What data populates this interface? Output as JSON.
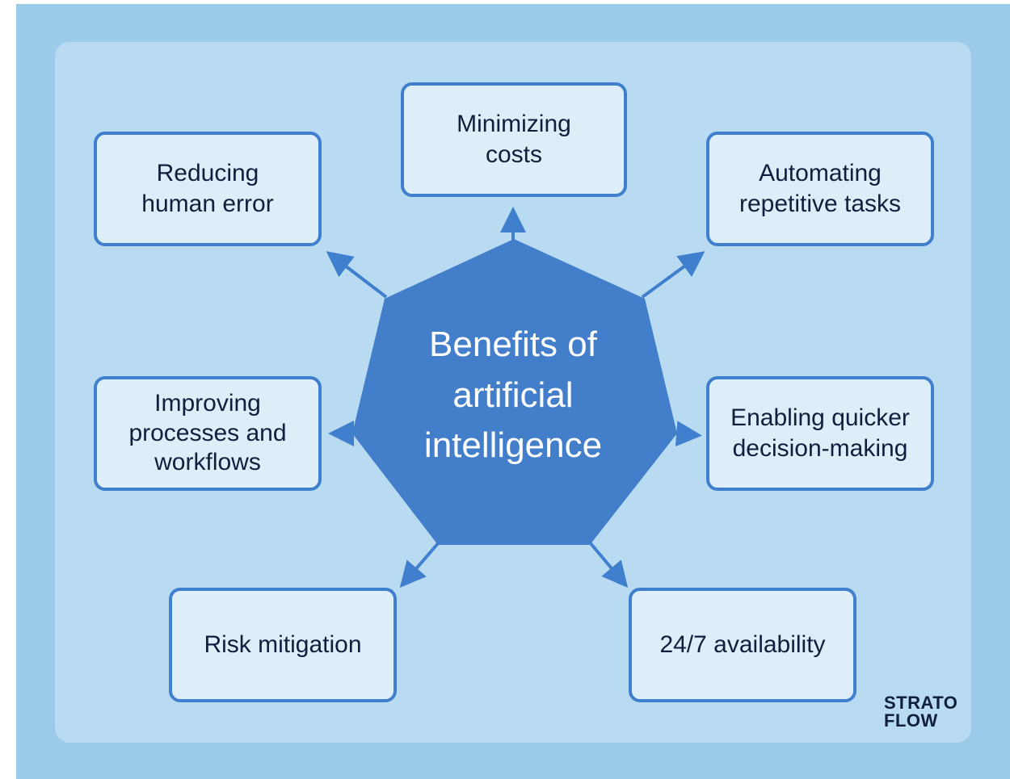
{
  "center": {
    "lines": [
      "Benefits of",
      "artificial",
      "intelligence"
    ],
    "color": "#437ecb"
  },
  "benefits": {
    "minimizing_costs": [
      "Minimizing",
      "costs"
    ],
    "reducing_human_error": [
      "Reducing",
      "human error"
    ],
    "automating_tasks": [
      "Automating",
      "repetitive tasks"
    ],
    "improving_processes": [
      "Improving",
      "processes and",
      "workflows"
    ],
    "quicker_decisions": [
      "Enabling quicker",
      "decision-making"
    ],
    "risk_mitigation": [
      "Risk mitigation"
    ],
    "availability": [
      "24/7 availability"
    ]
  },
  "logo": {
    "line1": "STRATO",
    "line2": "FLOW",
    "accent_color": "#7e53c8"
  },
  "colors": {
    "background": "#9ccbea",
    "panel": "#b9dbf1",
    "box_fill": "#ddeef9",
    "box_border": "#3f7fce",
    "arrow": "#3f7fce",
    "text": "#0f1f3d"
  }
}
